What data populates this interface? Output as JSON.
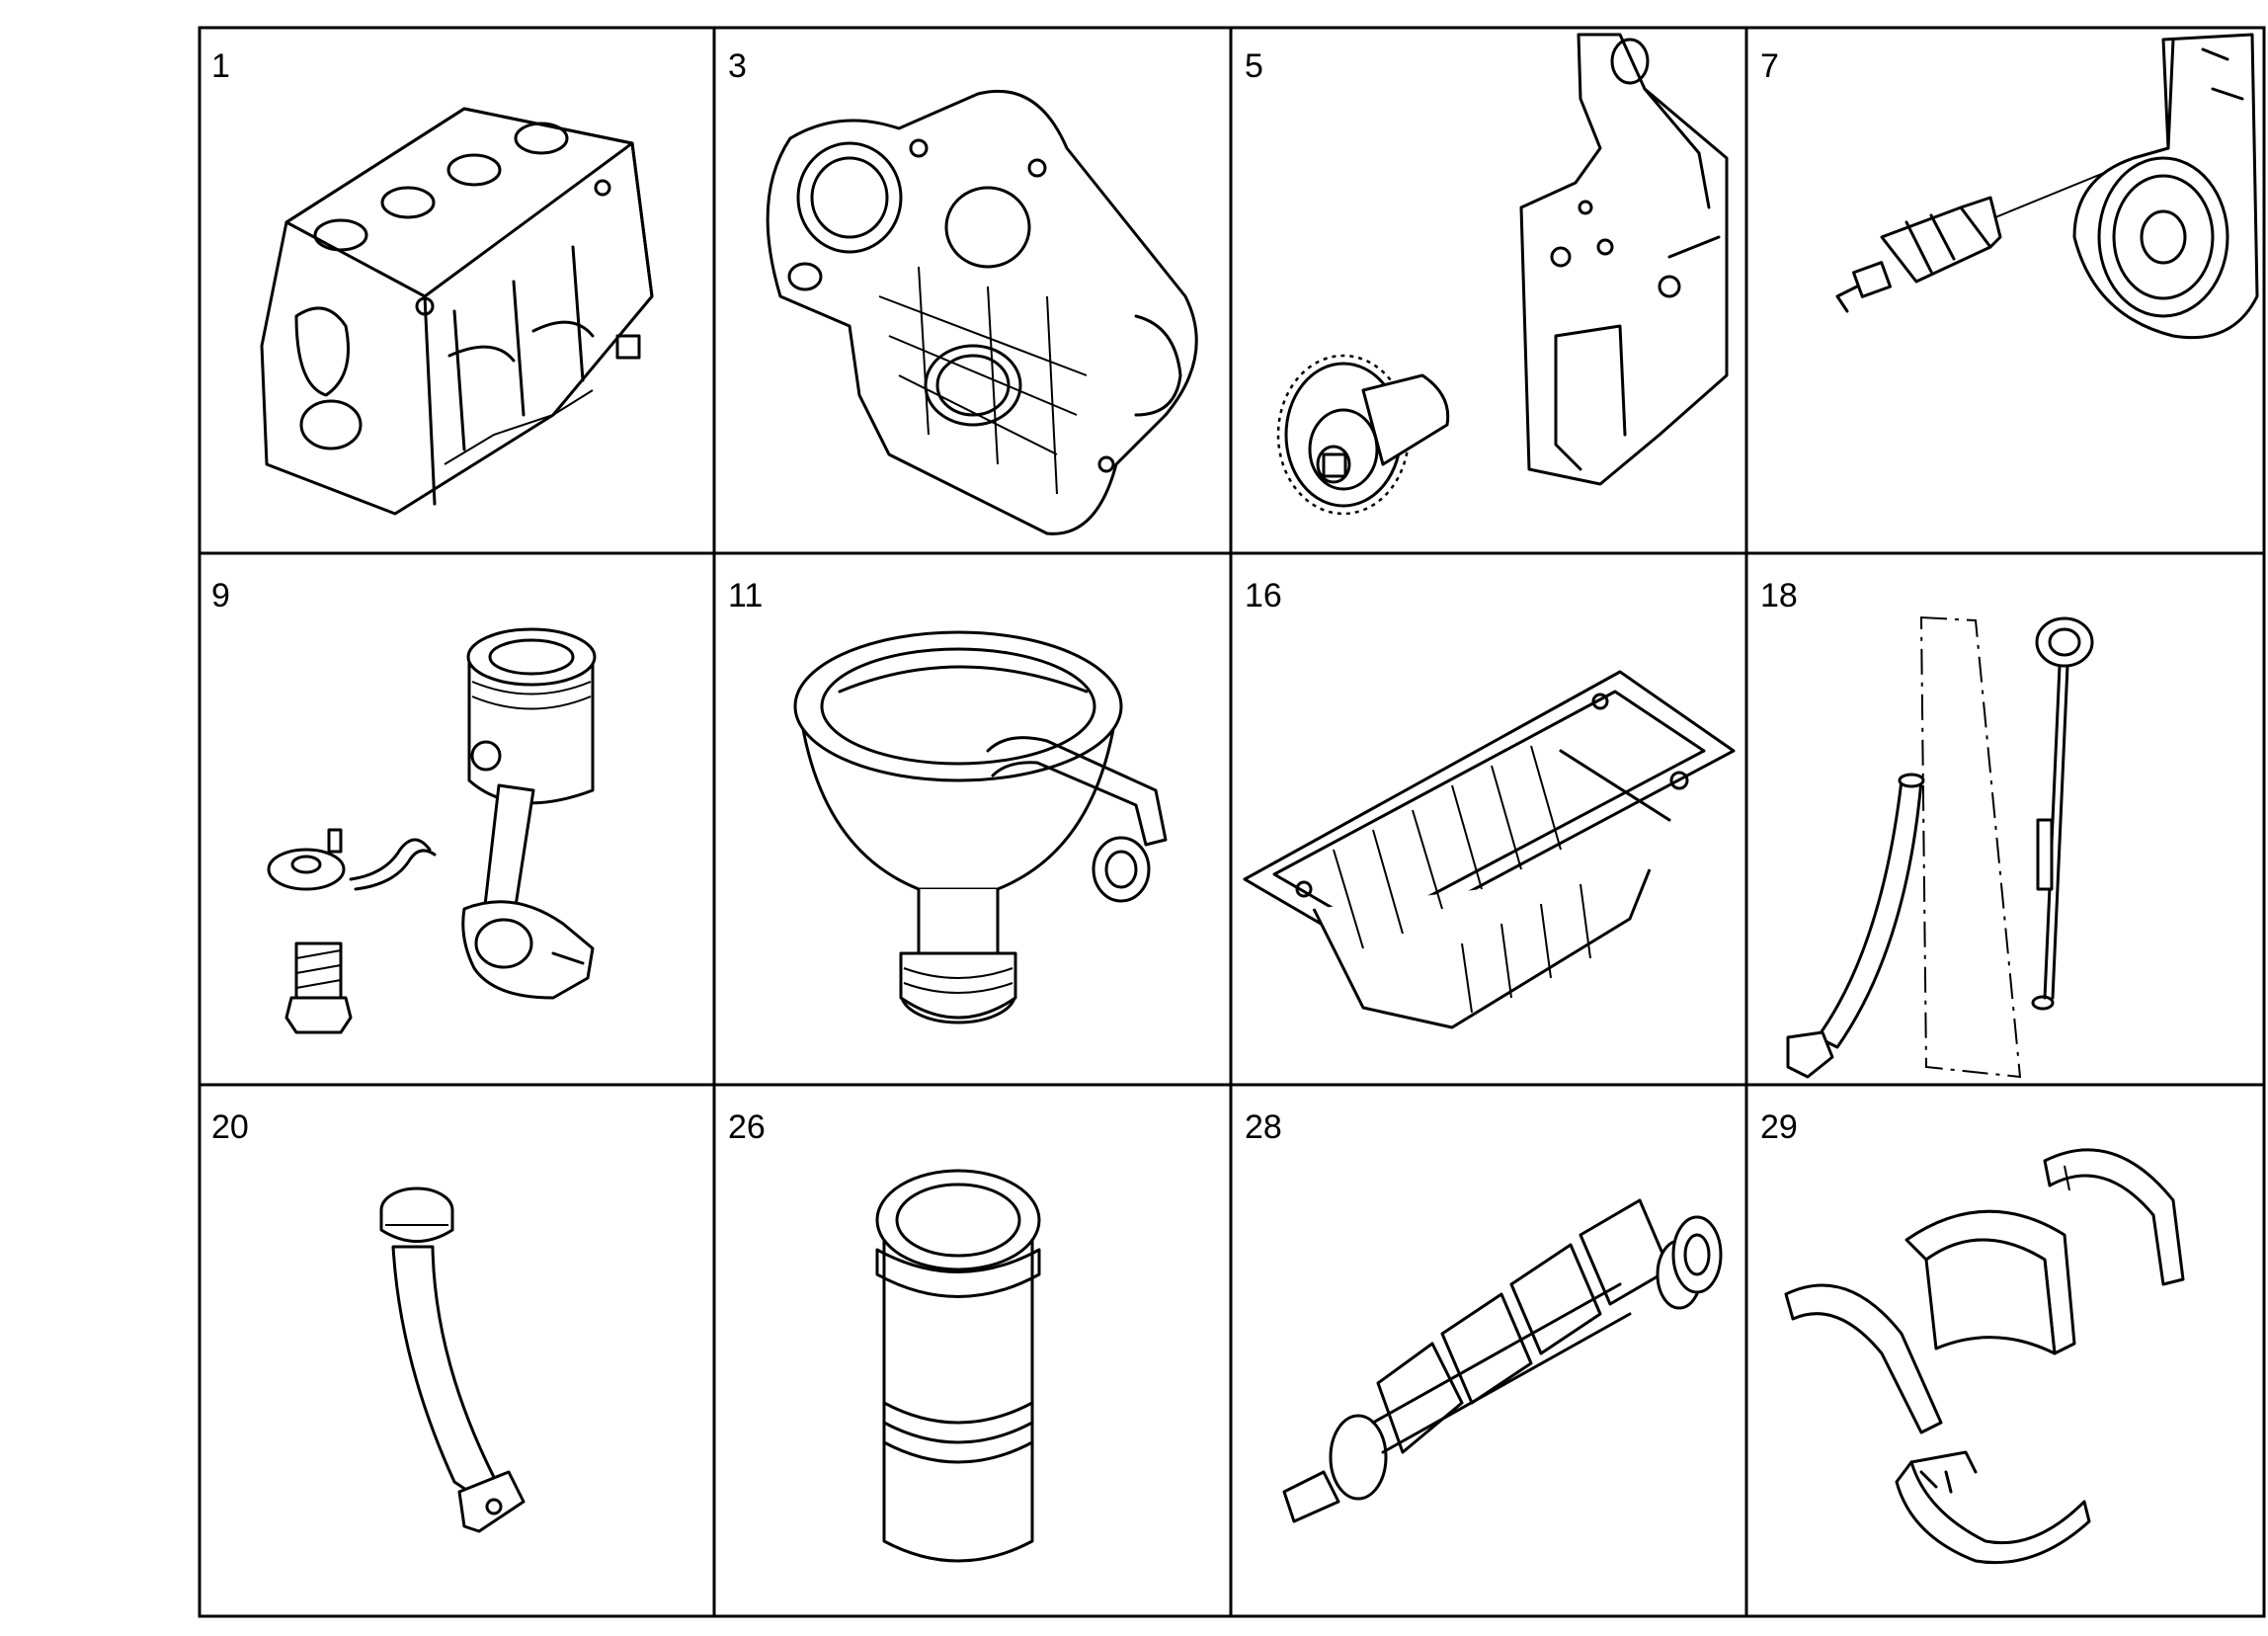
{
  "cells": [
    {
      "number": "1",
      "icon": "cylinder-block-icon"
    },
    {
      "number": "3",
      "icon": "timing-gear-case-icon"
    },
    {
      "number": "5",
      "icon": "idler-gear-icon"
    },
    {
      "number": "7",
      "icon": "oil-pressure-switch-icon"
    },
    {
      "number": "9",
      "icon": "piston-connecting-rod-icon"
    },
    {
      "number": "11",
      "icon": "oil-strainer-icon"
    },
    {
      "number": "16",
      "icon": "oil-pan-icon"
    },
    {
      "number": "18",
      "icon": "oil-dipstick-icon"
    },
    {
      "number": "20",
      "icon": "oil-filler-pipe-icon"
    },
    {
      "number": "26",
      "icon": "cylinder-liner-icon"
    },
    {
      "number": "28",
      "icon": "crankshaft-icon"
    },
    {
      "number": "29",
      "icon": "bearing-shells-icon"
    }
  ]
}
